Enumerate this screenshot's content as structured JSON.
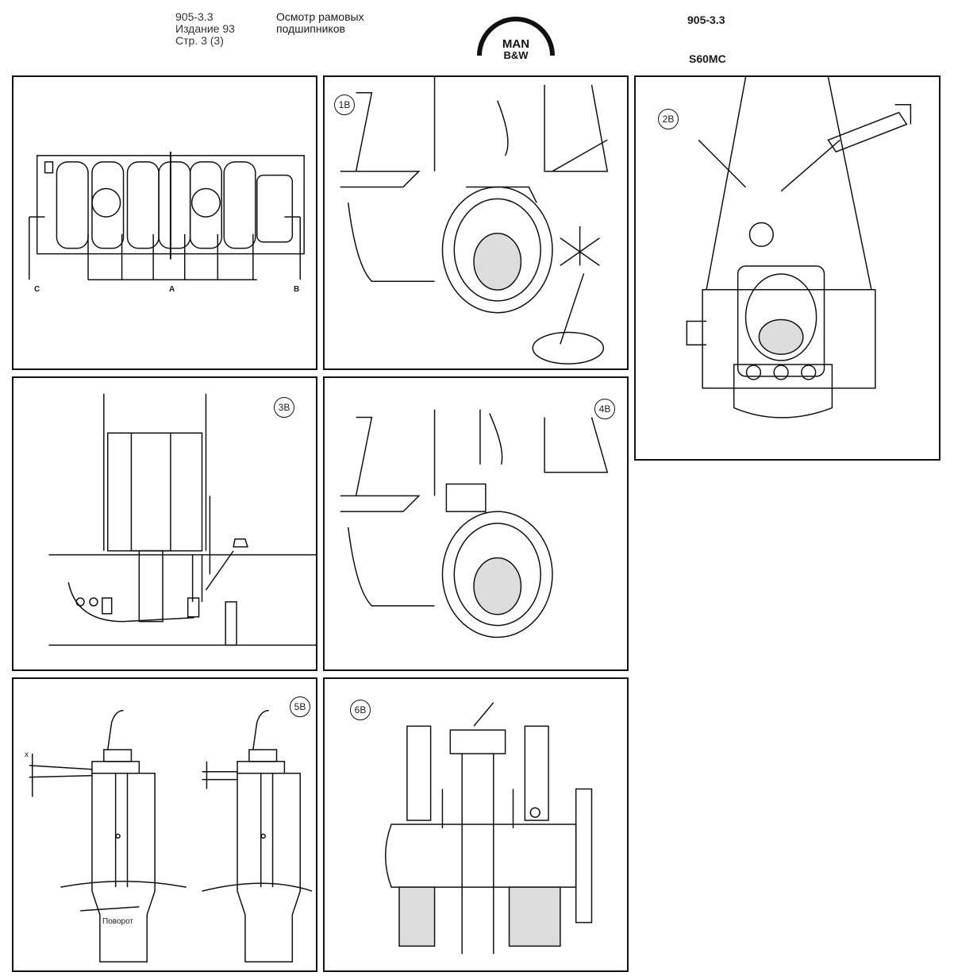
{
  "header": {
    "doc_number": "905-3.3",
    "edition": "Издание 93",
    "page": "Стр. 3 (3)",
    "title_line1": "Осмотр рамовых",
    "title_line2": "подшипников",
    "doc_number_right": "905-3.3",
    "model": "S60MC"
  },
  "logo": {
    "line1": "MAN",
    "line2": "B&W"
  },
  "panels": {
    "p1": {
      "label_c": "C",
      "label_a": "A",
      "label_b": "B"
    },
    "p1b": {
      "badge": "1B"
    },
    "p2b": {
      "badge": "2B"
    },
    "p3b": {
      "badge": "3B"
    },
    "p4b": {
      "badge": "4B"
    },
    "p5b": {
      "badge": "5B",
      "x_label": "x",
      "rotation_label": "Поворот"
    },
    "p6b": {
      "badge": "6B"
    }
  }
}
